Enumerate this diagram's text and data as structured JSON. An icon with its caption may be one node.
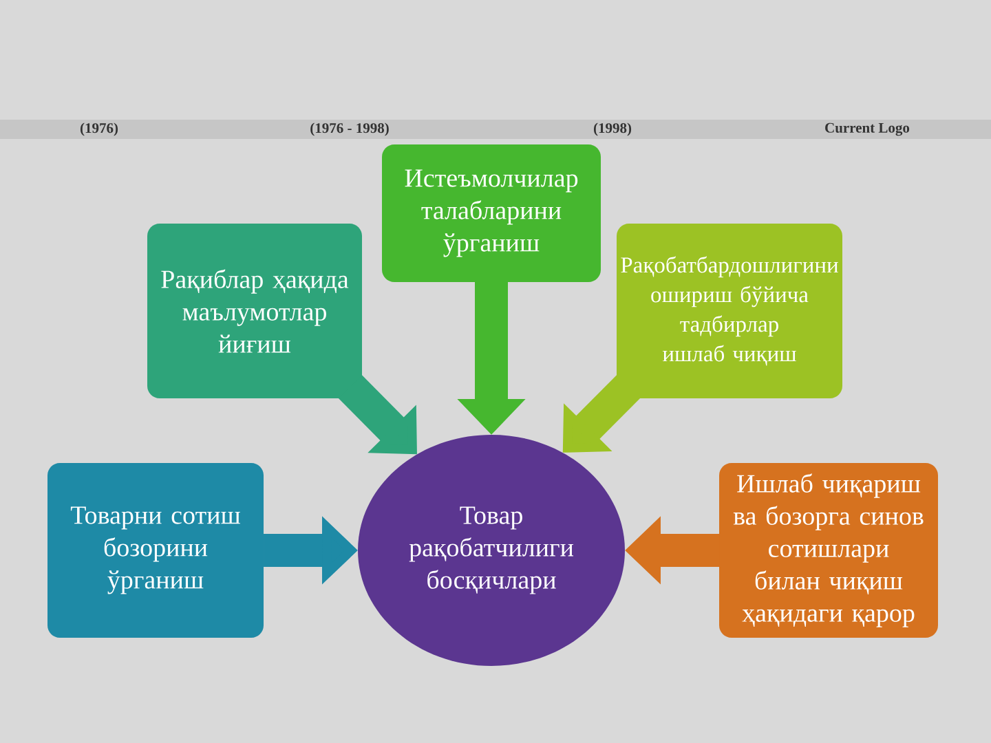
{
  "diagram": {
    "nodes": [
      {
        "text": [
          "Истеъмолчилар талабларини ўрганиш"
        ]
      },
      {
        "text": [
          "Рақиблар ҳақида маълумотлар йиғиш"
        ]
      },
      {
        "text": [
          "Рақобатбардошлигини ошириш бўйича тадбирлар ишлаб чиқиш"
        ]
      },
      {
        "text": [
          "Товарни сотиш бозорини ўрганиш"
        ]
      },
      {
        "text": [
          "Товар рақобатчилиги босқичлари"
        ]
      },
      {
        "text": [
          "Ишлаб чиқариш ва бозорга синов сотишлари билан чиқиш ҳақидаги қарор"
        ]
      }
    ],
    "edges": [
      {
        "from": 0,
        "to": 4,
        "arrow": "to",
        "color": "#46b72f"
      },
      {
        "from": 1,
        "to": 4,
        "arrow": "to",
        "color": "#2ea47a"
      },
      {
        "from": 2,
        "to": 4,
        "arrow": "to",
        "color": "#9cc224"
      },
      {
        "from": 3,
        "to": 4,
        "arrow": "to",
        "color": "#1e8aa6"
      },
      {
        "from": 5,
        "to": 4,
        "arrow": "to",
        "color": "#d6721f"
      }
    ],
    "labels": [
      "(1976)",
      "(1976 - 1998)",
      "(1998)",
      "Current Logo"
    ]
  }
}
